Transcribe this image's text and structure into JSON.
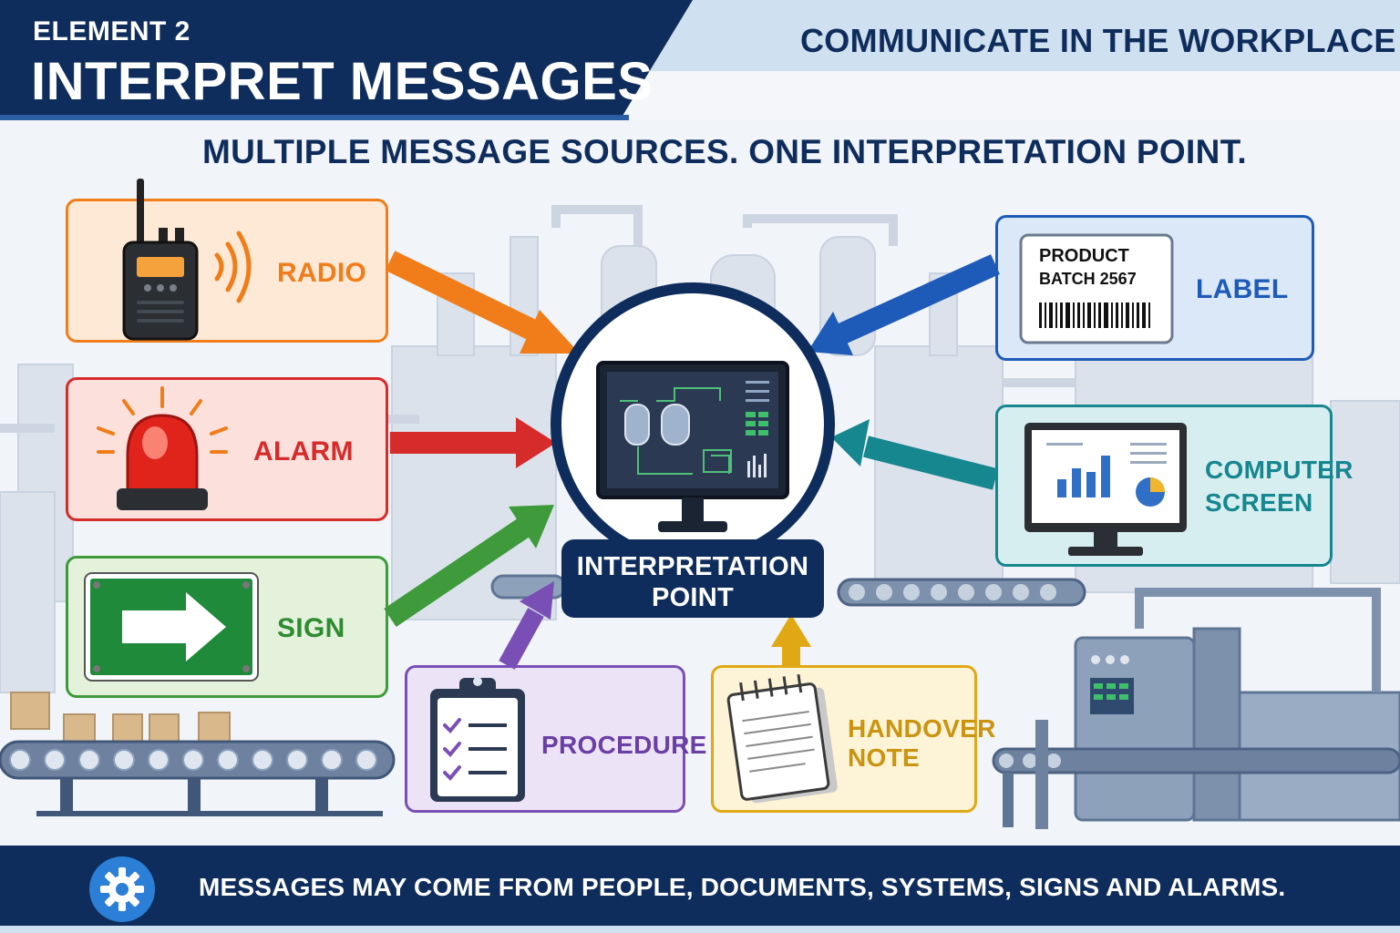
{
  "header": {
    "element": "ELEMENT 2",
    "title": "INTERPRET MESSAGES",
    "course": "COMMUNICATE IN THE WORKPLACE"
  },
  "subheading": "MULTIPLE MESSAGE SOURCES. ONE INTERPRETATION POINT.",
  "hub": {
    "line1": "INTERPRETATION",
    "line2": "POINT"
  },
  "sources": {
    "radio": {
      "label": "RADIO",
      "color": "#f07d1a",
      "icon": "walkie-talkie-icon"
    },
    "alarm": {
      "label": "ALARM",
      "color": "#d62b2b",
      "icon": "alarm-beacon-icon"
    },
    "sign": {
      "label": "SIGN",
      "color": "#2e8b30",
      "icon": "exit-arrow-sign-icon"
    },
    "procedure": {
      "label": "PROCEDURE",
      "color": "#7a4fb5",
      "icon": "clipboard-checklist-icon"
    },
    "handover": {
      "line1": "HANDOVER",
      "line2": "NOTE",
      "color": "#e0a814",
      "icon": "notepad-icon"
    },
    "computer": {
      "line1": "COMPUTER",
      "line2": "SCREEN",
      "color": "#16868f",
      "icon": "monitor-chart-icon"
    },
    "label": {
      "label": "LABEL",
      "color": "#1e5bb8",
      "icon": "barcode-label-icon",
      "tag_line1": "PRODUCT",
      "tag_line2": "BATCH 2567"
    }
  },
  "footer": {
    "text": "MESSAGES MAY COME FROM PEOPLE, DOCUMENTS, SYSTEMS, SIGNS AND ALARMS.",
    "icon": "gear-icon"
  }
}
